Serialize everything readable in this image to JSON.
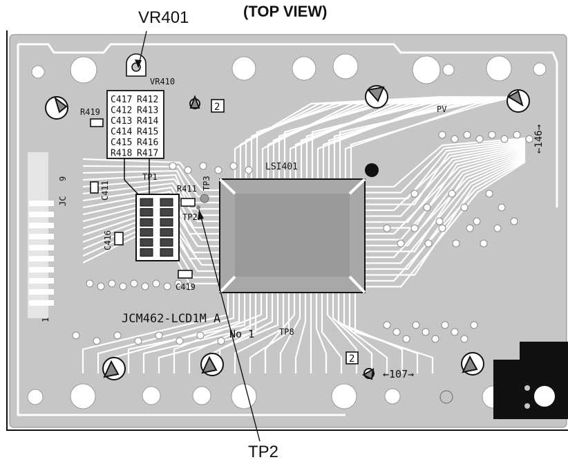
{
  "header": {
    "title": "(TOP VIEW)"
  },
  "callouts": {
    "vr401": "VR401",
    "tp2_bottom": "TP2"
  },
  "silkscreen": {
    "vr410": "VR410",
    "pv": "PV",
    "board_name": "JCM462-LCD1M A",
    "board_no": "No 1",
    "lsi": "LSI401",
    "tp1": "TP1",
    "tp2": "TP2",
    "tp3": "TP3",
    "tp8": "TP8",
    "r411": "R411",
    "r419": "R419",
    "c411": "C411",
    "c416": "C416",
    "c419": "C419",
    "jc": "JC",
    "nine": "9",
    "one": "1",
    "marker_2a": "2",
    "marker_2b": "2",
    "dim_107": "←107→",
    "dim_146": "←146→",
    "component_rows": [
      [
        "C417",
        "R412"
      ],
      [
        "C412",
        "R413"
      ],
      [
        "C413",
        "R414"
      ],
      [
        "C414",
        "R415"
      ],
      [
        "C415",
        "R416"
      ],
      [
        "R418",
        "R417"
      ]
    ]
  },
  "colors": {
    "board": "#c6c6c6",
    "trace": "#ffffff",
    "ink": "#111111",
    "chip": "#a8a8a8"
  }
}
